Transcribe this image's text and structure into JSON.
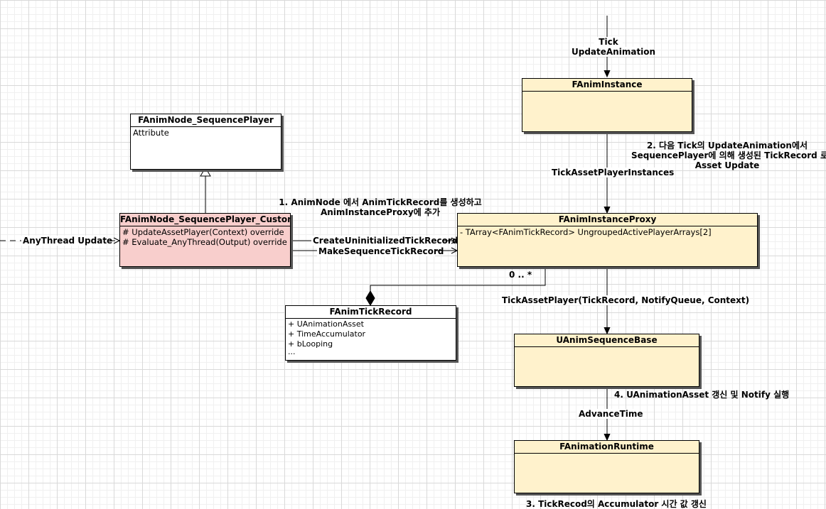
{
  "boxes": {
    "sequence_player": {
      "title": "FAnimNode_SequencePlayer",
      "lines": [
        "Attribute"
      ]
    },
    "sequence_player_custom": {
      "title": "FAnimNode_SequencePlayer_Custom",
      "lines": [
        "# UpdateAssetPlayer(Context) override",
        "# Evaluate_AnyThread(Output) override"
      ]
    },
    "anim_instance": {
      "title": "FAnimInstance",
      "lines": []
    },
    "anim_instance_proxy": {
      "title": "FAnimInstanceProxy",
      "lines": [
        "- TArray<FAnimTickRecord> UngroupedActivePlayerArrays[2]"
      ]
    },
    "anim_tick_record": {
      "title": "FAnimTickRecord",
      "lines": [
        "+ UAnimationAsset",
        "+ TimeAccumulator",
        "+ bLooping",
        "..."
      ]
    },
    "anim_sequence_base": {
      "title": "UAnimSequenceBase",
      "lines": []
    },
    "animation_runtime": {
      "title": "FAnimationRuntime",
      "lines": []
    }
  },
  "labels": {
    "tick": "Tick",
    "update_animation": "UpdateAnimation",
    "tick_asset_player_instances": "TickAssetPlayerInstances",
    "note2": [
      "2. 다음 Tick의 UpdateAnimation에서",
      "SequencePlayer에 의해 생성된 TickRecord 로",
      "Asset Update"
    ],
    "note1": [
      "1. AnimNode 에서 AnimTickRecord를 생성하고",
      "AnimInstanceProxy에 추가"
    ],
    "any_thread_update": "AnyThread Update",
    "create_uninitialized": "CreateUninitializedTickRecord",
    "make_sequence": "MakeSequenceTickRecord",
    "multiplicity": "0 .. *",
    "tick_asset_player": "TickAssetPlayer(TickRecord, NotifyQueue, Context)",
    "note4": "4. UAnimationAsset 갱신 및 Notify 실행",
    "advance_time": "AdvanceTime",
    "note3": "3. TickRecod의 Accumulator 시간 값 갱신"
  },
  "colors": {
    "white_box": "#ffffff",
    "pink_box": "#f8cecc",
    "yellow_box": "#fff2cc",
    "line": "#000000"
  }
}
